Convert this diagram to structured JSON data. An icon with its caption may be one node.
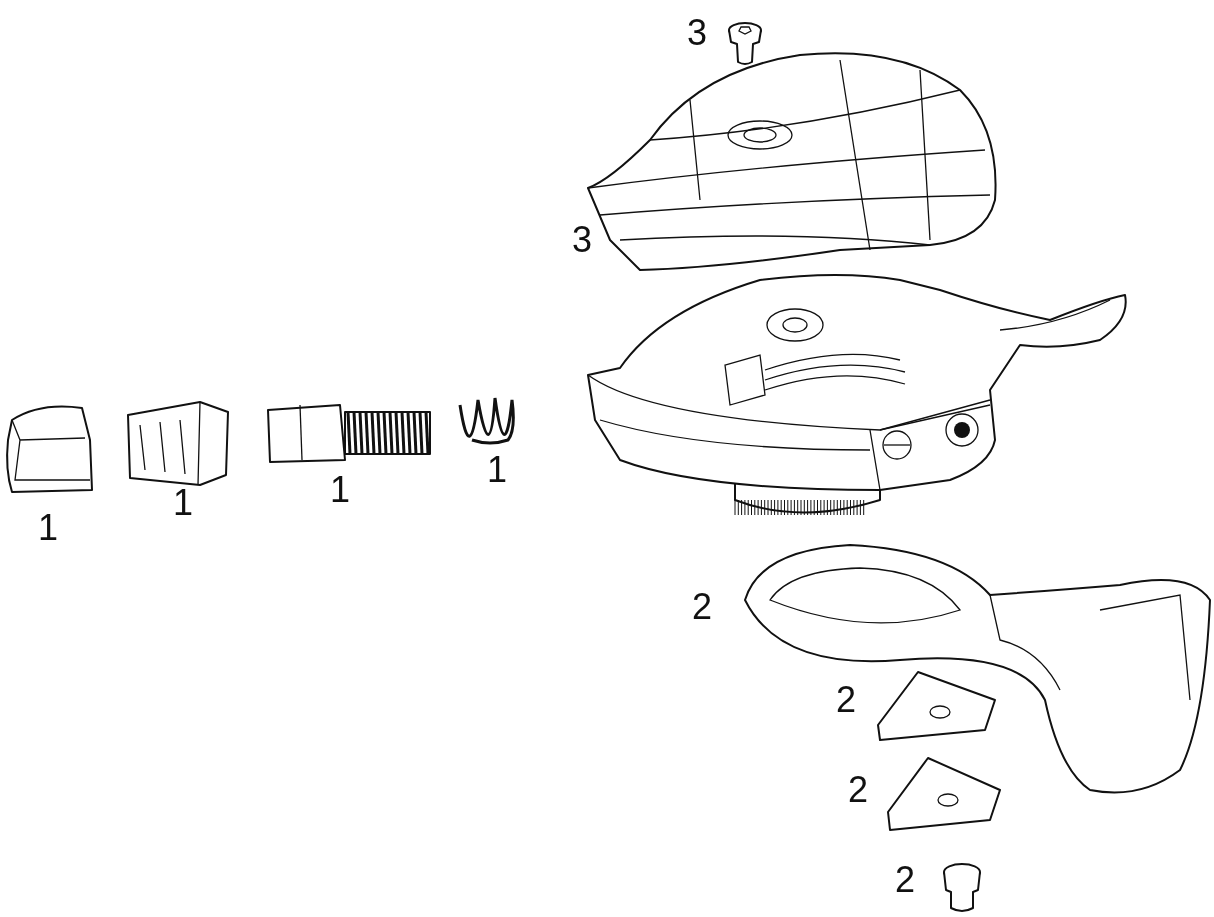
{
  "diagram": {
    "labels": [
      "3",
      "3",
      "1",
      "1",
      "1",
      "1",
      "2",
      "2",
      "2",
      "2"
    ]
  }
}
